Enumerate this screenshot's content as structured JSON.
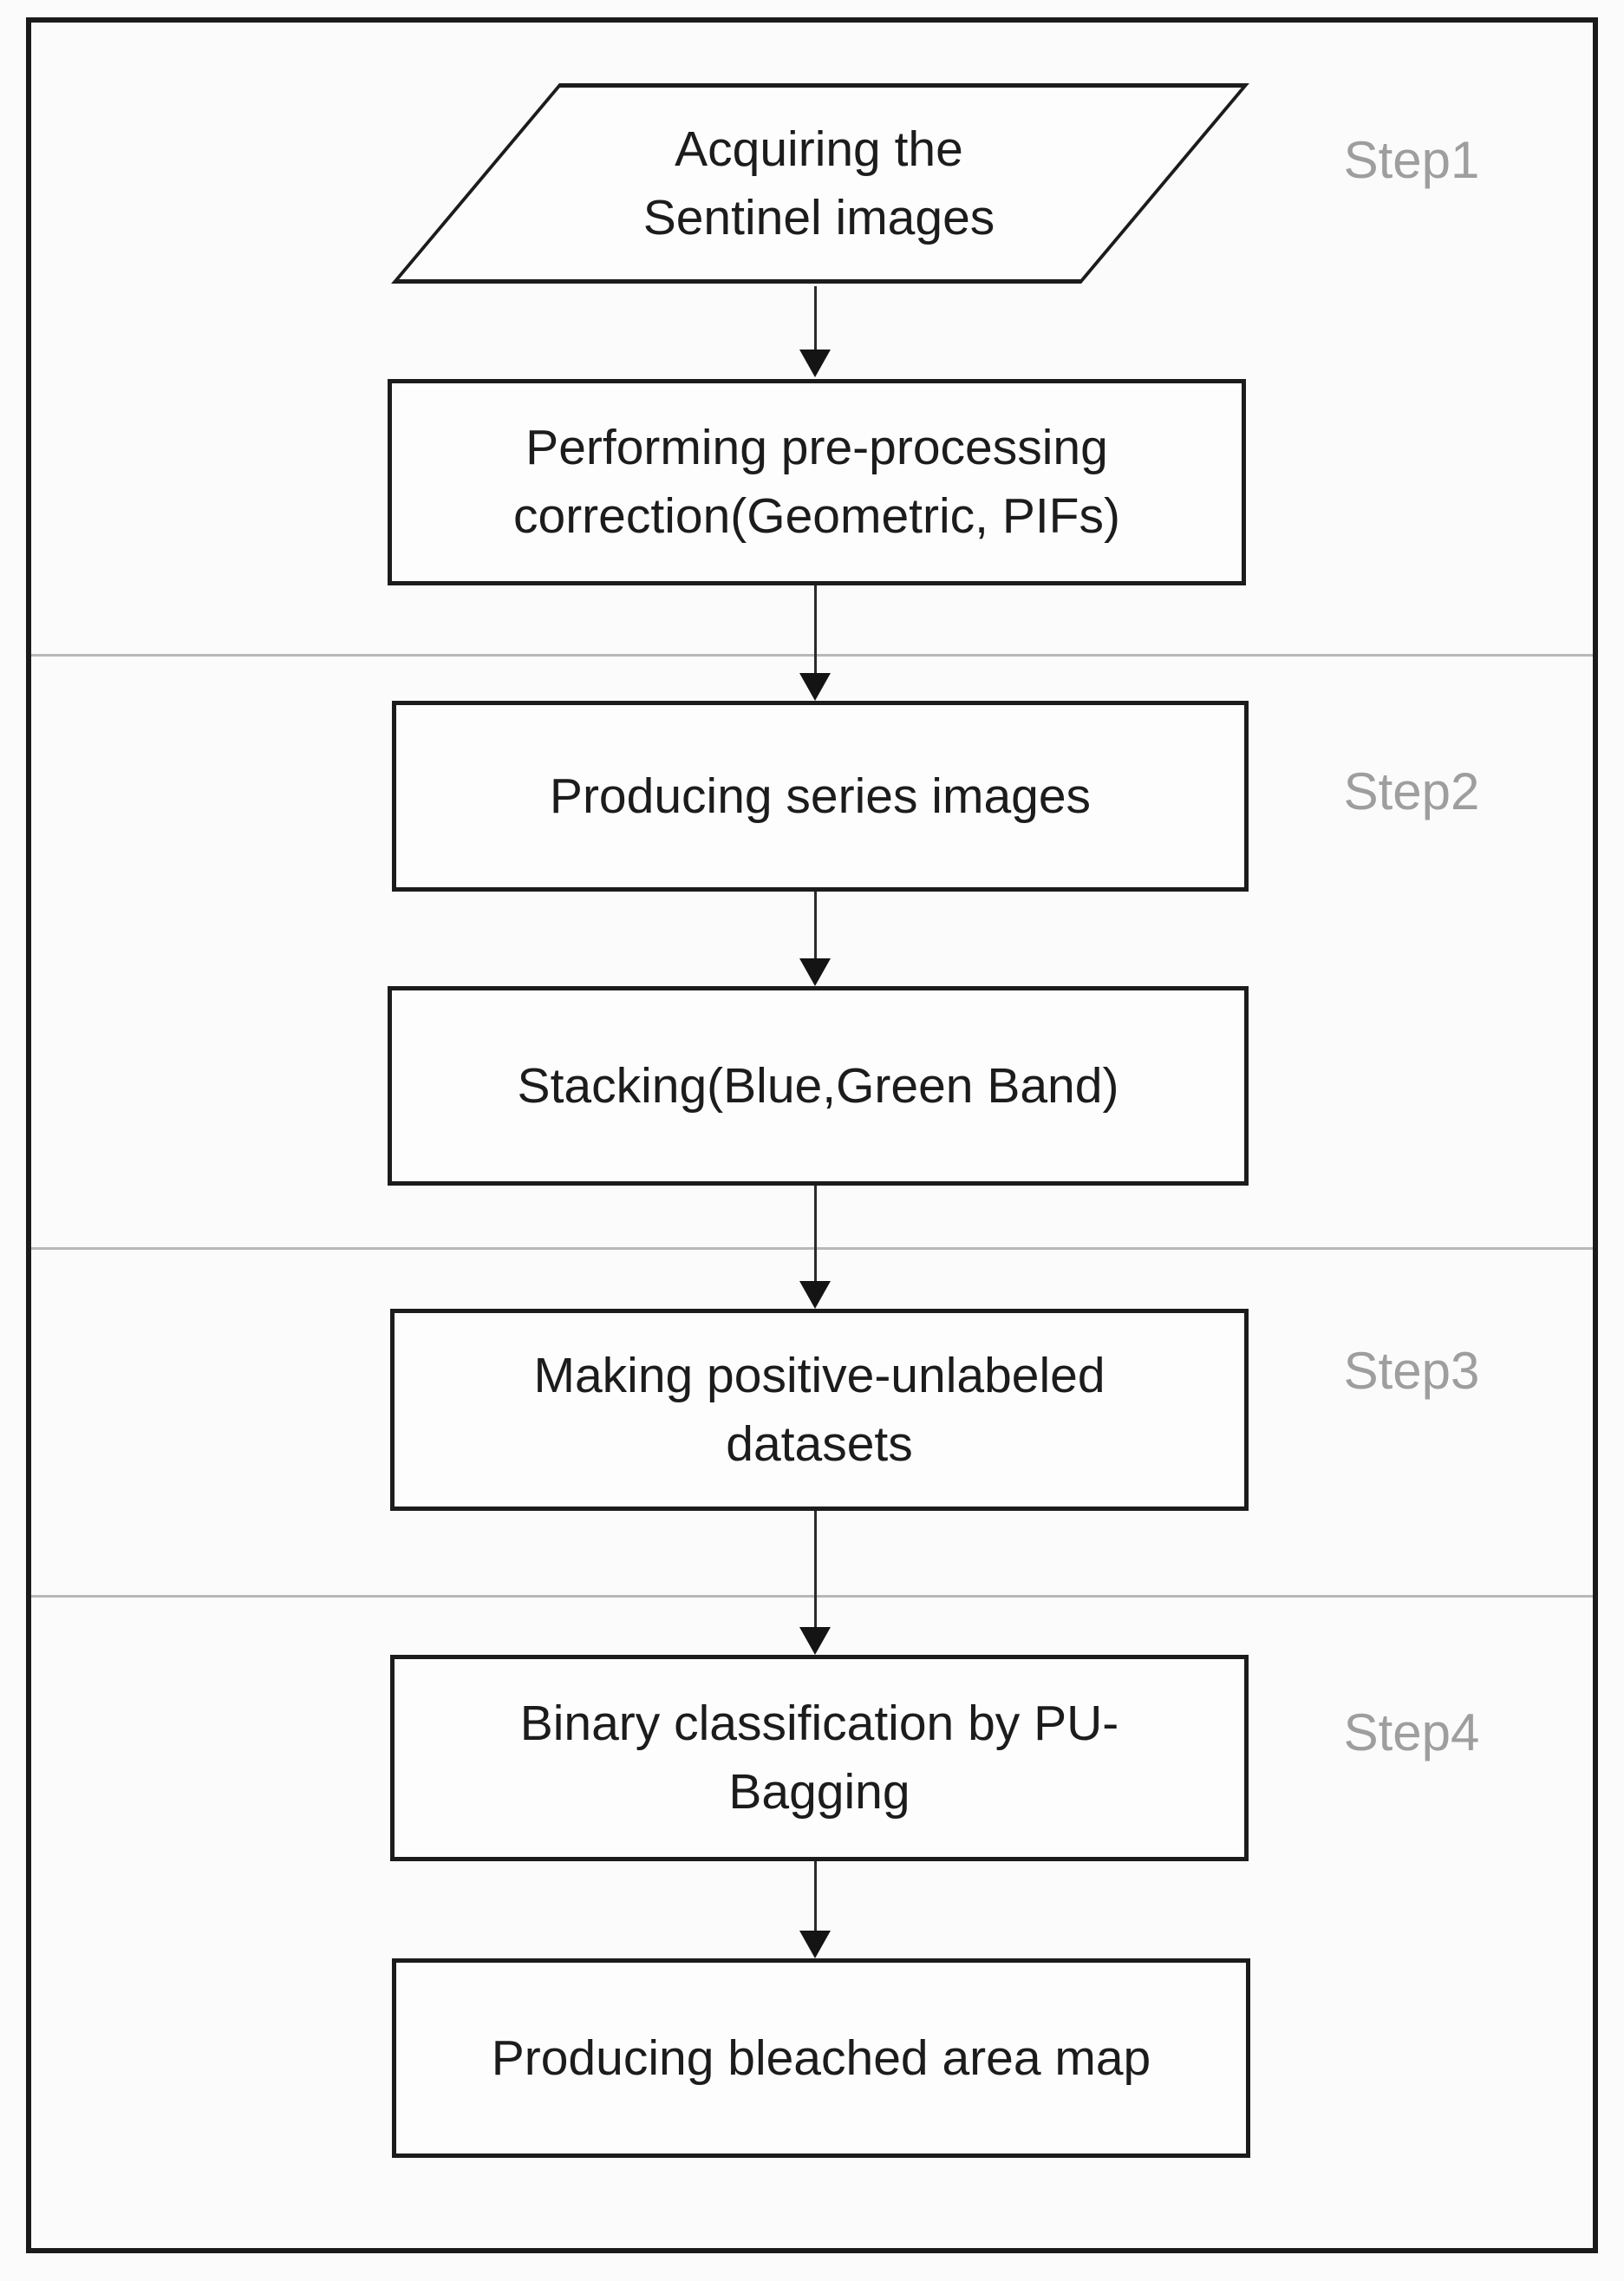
{
  "flowchart": {
    "nodes": [
      {
        "id": "acquire-sentinel-images",
        "shape": "parallelogram",
        "text": "Acquiring the\nSentinel images"
      },
      {
        "id": "preprocessing-correction",
        "shape": "rectangle",
        "text": "Performing pre-processing\ncorrection(Geometric, PIFs)"
      },
      {
        "id": "producing-series-images",
        "shape": "rectangle",
        "text": "Producing series images"
      },
      {
        "id": "stacking-bands",
        "shape": "rectangle",
        "text": "Stacking(Blue,Green Band)"
      },
      {
        "id": "making-pu-datasets",
        "shape": "rectangle",
        "text": "Making positive-unlabeled\ndatasets"
      },
      {
        "id": "binary-classification-pu-bagging",
        "shape": "rectangle",
        "text": "Binary classification by PU-\nBagging"
      },
      {
        "id": "producing-bleached-area-map",
        "shape": "rectangle",
        "text": "Producing bleached area map"
      }
    ],
    "step_labels": [
      "Step1",
      "Step2",
      "Step3",
      "Step4"
    ],
    "colors": {
      "node_border": "#1c1c1c",
      "node_fill": "#fdfdfd",
      "node_text": "#1c1c1c",
      "step_label": "#9e9e9e",
      "divider": "#b8b8b8",
      "arrow": "#141414",
      "frame_border": "#1b1b1b",
      "background": "#fbfbfb"
    }
  }
}
